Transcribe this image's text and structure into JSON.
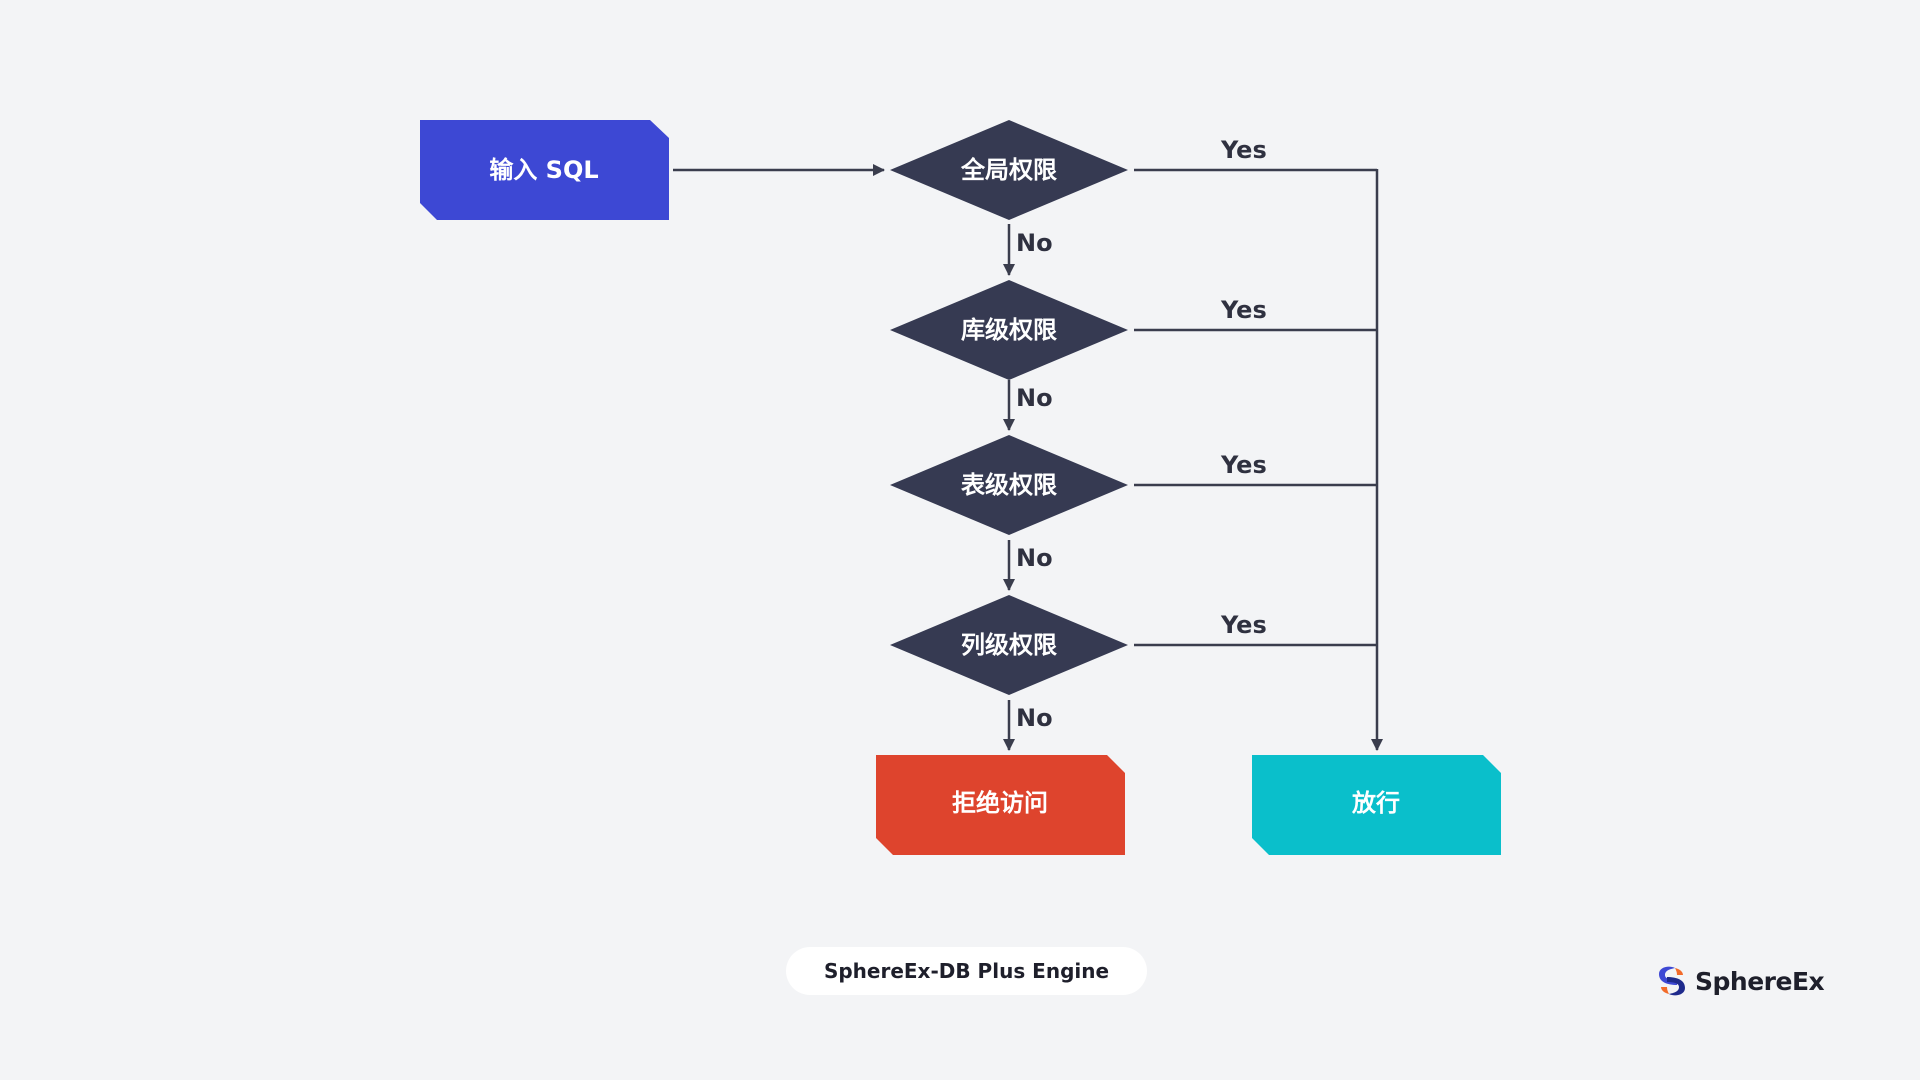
{
  "colors": {
    "background": "#f3f4f6",
    "input_node": "#3d48d4",
    "decision_node": "#363a52",
    "deny_node": "#de442d",
    "allow_node": "#0abfcb",
    "line": "#3a3d4d",
    "text_dark": "#2f3140"
  },
  "nodes": {
    "input": "输入 SQL",
    "global_perm": "全局权限",
    "db_perm": "库级权限",
    "table_perm": "表级权限",
    "column_perm": "列级权限",
    "deny": "拒绝访问",
    "allow": "放行"
  },
  "edges": {
    "yes": "Yes",
    "no": "No"
  },
  "footer": {
    "label": "SphereEx-DB Plus Engine"
  },
  "brand": {
    "name": "SphereEx",
    "icon": "sphereex-logo-icon"
  }
}
